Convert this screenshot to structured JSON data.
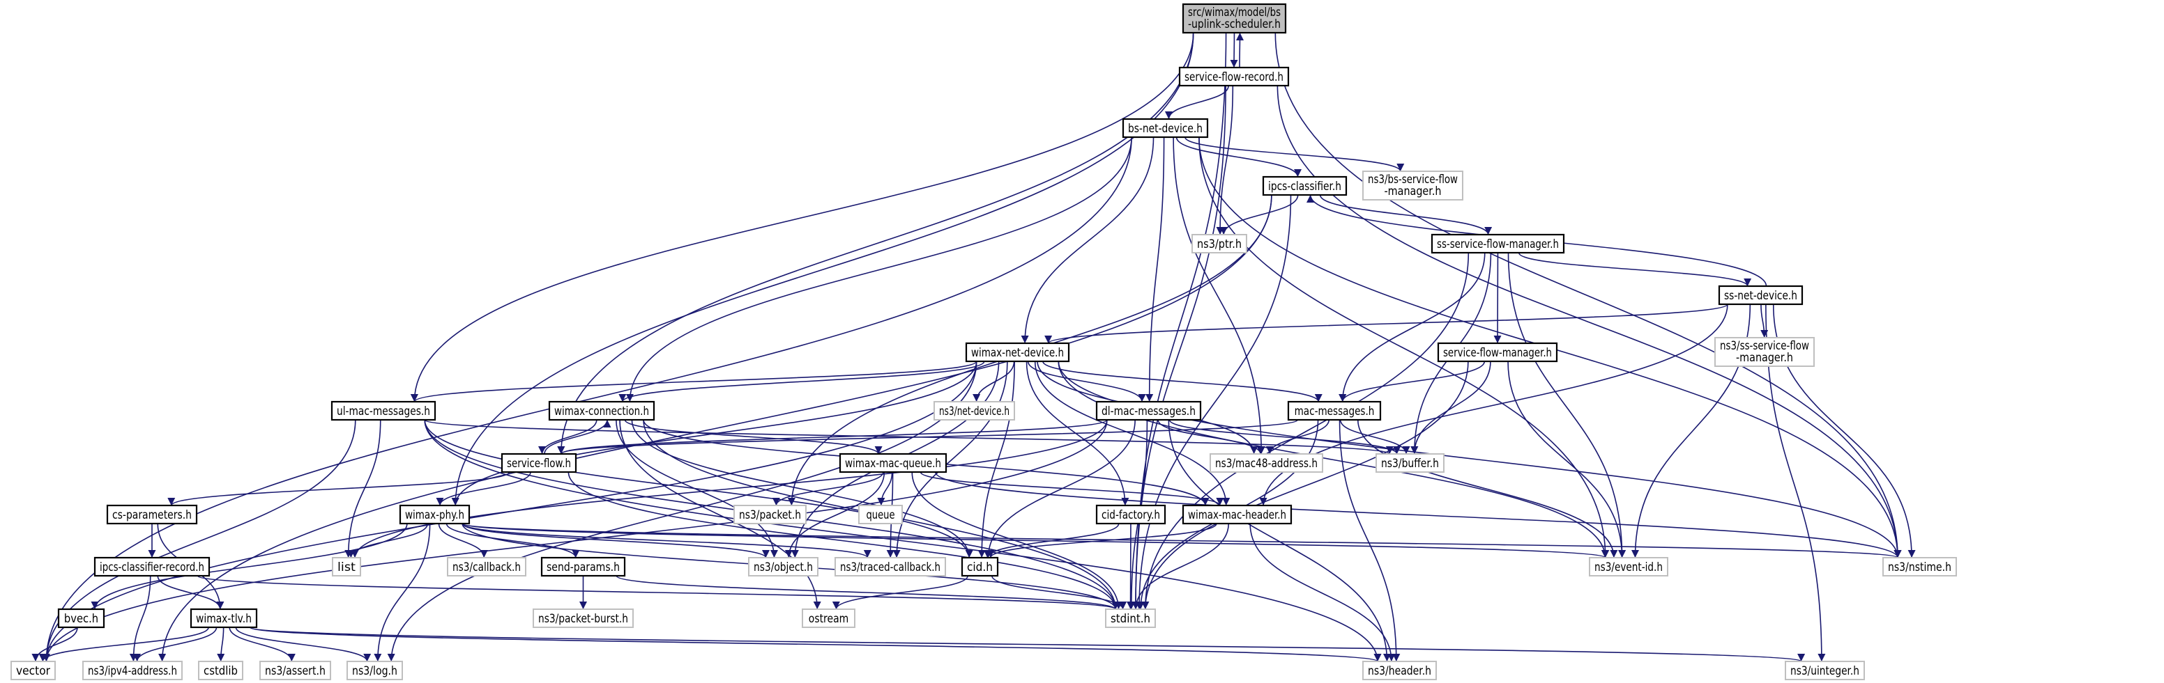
{
  "graph": {
    "colors": {
      "edge": "#191970",
      "local_border": "#000000",
      "external_border": "#bfbfbf",
      "root_fill": "#bfbfbf",
      "node_fill": "#ffffff"
    },
    "nodes": {
      "top": {
        "label": [
          "src/wimax/model/bs",
          "-uplink-scheduler.h"
        ],
        "kind": "root"
      },
      "sfr": {
        "label": [
          "service-flow-record.h"
        ],
        "kind": "local"
      },
      "bsnd": {
        "label": [
          "bs-net-device.h"
        ],
        "kind": "local"
      },
      "ipcs": {
        "label": [
          "ipcs-classifier.h"
        ],
        "kind": "local"
      },
      "bssfm": {
        "label": [
          "ns3/bs-service-flow",
          "-manager.h"
        ],
        "kind": "external"
      },
      "ptr": {
        "label": [
          "ns3/ptr.h"
        ],
        "kind": "external"
      },
      "sssfm": {
        "label": [
          "ss-service-flow-manager.h"
        ],
        "kind": "local"
      },
      "ssnd": {
        "label": [
          "ss-net-device.h"
        ],
        "kind": "local"
      },
      "wnd": {
        "label": [
          "wimax-net-device.h"
        ],
        "kind": "local"
      },
      "sfm": {
        "label": [
          "service-flow-manager.h"
        ],
        "kind": "local"
      },
      "nssfm": {
        "label": [
          "ns3/ss-service-flow",
          "-manager.h"
        ],
        "kind": "external"
      },
      "ulmm": {
        "label": [
          "ul-mac-messages.h"
        ],
        "kind": "local"
      },
      "wconn": {
        "label": [
          "wimax-connection.h"
        ],
        "kind": "local"
      },
      "netdev": {
        "label": [
          "ns3/net-device.h"
        ],
        "kind": "external"
      },
      "dlmm": {
        "label": [
          "dl-mac-messages.h"
        ],
        "kind": "local"
      },
      "macm": {
        "label": [
          "mac-messages.h"
        ],
        "kind": "local"
      },
      "sf": {
        "label": [
          "service-flow.h"
        ],
        "kind": "local"
      },
      "wmq": {
        "label": [
          "wimax-mac-queue.h"
        ],
        "kind": "local"
      },
      "mac48": {
        "label": [
          "ns3/mac48-address.h"
        ],
        "kind": "external"
      },
      "buffer": {
        "label": [
          "ns3/buffer.h"
        ],
        "kind": "external"
      },
      "csp": {
        "label": [
          "cs-parameters.h"
        ],
        "kind": "local"
      },
      "wphy": {
        "label": [
          "wimax-phy.h"
        ],
        "kind": "local"
      },
      "packet": {
        "label": [
          "ns3/packet.h"
        ],
        "kind": "external"
      },
      "queue": {
        "label": [
          "queue"
        ],
        "kind": "external"
      },
      "cidf": {
        "label": [
          "cid-factory.h"
        ],
        "kind": "local"
      },
      "wmh": {
        "label": [
          "wimax-mac-header.h"
        ],
        "kind": "local"
      },
      "ipcsr": {
        "label": [
          "ipcs-classifier-record.h"
        ],
        "kind": "local"
      },
      "list": {
        "label": [
          "list"
        ],
        "kind": "external"
      },
      "callback": {
        "label": [
          "ns3/callback.h"
        ],
        "kind": "external"
      },
      "sendp": {
        "label": [
          "send-params.h"
        ],
        "kind": "local"
      },
      "object": {
        "label": [
          "ns3/object.h"
        ],
        "kind": "external"
      },
      "traced": {
        "label": [
          "ns3/traced-callback.h"
        ],
        "kind": "external"
      },
      "cid": {
        "label": [
          "cid.h"
        ],
        "kind": "local"
      },
      "eventid": {
        "label": [
          "ns3/event-id.h"
        ],
        "kind": "external"
      },
      "nstime": {
        "label": [
          "ns3/nstime.h"
        ],
        "kind": "external"
      },
      "bvec": {
        "label": [
          "bvec.h"
        ],
        "kind": "local"
      },
      "wtlv": {
        "label": [
          "wimax-tlv.h"
        ],
        "kind": "local"
      },
      "pburst": {
        "label": [
          "ns3/packet-burst.h"
        ],
        "kind": "external"
      },
      "ostream": {
        "label": [
          "ostream"
        ],
        "kind": "external"
      },
      "stdint": {
        "label": [
          "stdint.h"
        ],
        "kind": "external"
      },
      "vector": {
        "label": [
          "vector"
        ],
        "kind": "external"
      },
      "ipv4": {
        "label": [
          "ns3/ipv4-address.h"
        ],
        "kind": "external"
      },
      "cstdlib": {
        "label": [
          "cstdlib"
        ],
        "kind": "external"
      },
      "assert": {
        "label": [
          "ns3/assert.h"
        ],
        "kind": "external"
      },
      "log": {
        "label": [
          "ns3/log.h"
        ],
        "kind": "external"
      },
      "header": {
        "label": [
          "ns3/header.h"
        ],
        "kind": "external"
      },
      "uint": {
        "label": [
          "ns3/uinteger.h"
        ],
        "kind": "external"
      }
    },
    "edges": [
      [
        "top",
        "sfr"
      ],
      [
        "top",
        "ulmm"
      ],
      [
        "top",
        "sf"
      ],
      [
        "top",
        "wphy"
      ],
      [
        "top",
        "nstime"
      ],
      [
        "top",
        "stdint"
      ],
      [
        "sfr",
        "top"
      ],
      [
        "sfr",
        "bsnd"
      ],
      [
        "sfr",
        "ptr"
      ],
      [
        "sfr",
        "nstime"
      ],
      [
        "sfr",
        "stdint"
      ],
      [
        "bsnd",
        "ipcs"
      ],
      [
        "bsnd",
        "bssfm"
      ],
      [
        "bsnd",
        "wnd"
      ],
      [
        "bsnd",
        "wconn"
      ],
      [
        "bsnd",
        "dlmm"
      ],
      [
        "bsnd",
        "mac48"
      ],
      [
        "bsnd",
        "vector"
      ],
      [
        "bsnd",
        "nstime"
      ],
      [
        "bsnd",
        "eventid"
      ],
      [
        "ipcs",
        "ptr"
      ],
      [
        "ipcs",
        "sssfm"
      ],
      [
        "ipcs",
        "packet"
      ],
      [
        "ipcs",
        "ipv4"
      ],
      [
        "ipcs",
        "stdint"
      ],
      [
        "sssfm",
        "ssnd"
      ],
      [
        "sssfm",
        "sfm"
      ],
      [
        "sssfm",
        "macm"
      ],
      [
        "sssfm",
        "buffer"
      ],
      [
        "sssfm",
        "eventid"
      ],
      [
        "sssfm",
        "stdint"
      ],
      [
        "ssnd",
        "ipcs"
      ],
      [
        "ssnd",
        "wnd"
      ],
      [
        "ssnd",
        "nssfm"
      ],
      [
        "ssnd",
        "wmh"
      ],
      [
        "ssnd",
        "eventid"
      ],
      [
        "ssnd",
        "nstime"
      ],
      [
        "ssnd",
        "uint"
      ],
      [
        "sfm",
        "macm"
      ],
      [
        "sfm",
        "buffer"
      ],
      [
        "sfm",
        "eventid"
      ],
      [
        "sfm",
        "stdint"
      ],
      [
        "wnd",
        "ulmm"
      ],
      [
        "wnd",
        "wconn"
      ],
      [
        "wnd",
        "dlmm"
      ],
      [
        "wnd",
        "macm"
      ],
      [
        "wnd",
        "netdev"
      ],
      [
        "wnd",
        "wphy"
      ],
      [
        "wnd",
        "cidf"
      ],
      [
        "wnd",
        "wmh"
      ],
      [
        "wnd",
        "mac48"
      ],
      [
        "wnd",
        "traced"
      ],
      [
        "wnd",
        "cid"
      ],
      [
        "wnd",
        "log"
      ],
      [
        "wnd",
        "vector"
      ],
      [
        "wnd",
        "nstime"
      ],
      [
        "wnd",
        "eventid"
      ],
      [
        "wnd",
        "object"
      ],
      [
        "ulmm",
        "list"
      ],
      [
        "ulmm",
        "vector"
      ],
      [
        "ulmm",
        "stdint"
      ],
      [
        "ulmm",
        "cid"
      ],
      [
        "ulmm",
        "buffer"
      ],
      [
        "ulmm",
        "header"
      ],
      [
        "wconn",
        "sf"
      ],
      [
        "wconn",
        "wmq"
      ],
      [
        "wconn",
        "wmh"
      ],
      [
        "wconn",
        "cid"
      ],
      [
        "wconn",
        "object"
      ],
      [
        "wconn",
        "stdint"
      ],
      [
        "wconn",
        "ostream"
      ],
      [
        "dlmm",
        "sf"
      ],
      [
        "dlmm",
        "mac48"
      ],
      [
        "dlmm",
        "buffer"
      ],
      [
        "dlmm",
        "cid"
      ],
      [
        "dlmm",
        "stdint"
      ],
      [
        "dlmm",
        "header"
      ],
      [
        "dlmm",
        "list"
      ],
      [
        "dlmm",
        "vector"
      ],
      [
        "macm",
        "mac48"
      ],
      [
        "macm",
        "buffer"
      ],
      [
        "macm",
        "header"
      ],
      [
        "macm",
        "stdint"
      ],
      [
        "macm",
        "sf"
      ],
      [
        "macm",
        "eventid"
      ],
      [
        "sf",
        "wconn"
      ],
      [
        "sf",
        "csp"
      ],
      [
        "sf",
        "wphy"
      ],
      [
        "sf",
        "stdint"
      ],
      [
        "wmq",
        "packet"
      ],
      [
        "wmq",
        "queue"
      ],
      [
        "wmq",
        "wmh"
      ],
      [
        "wmq",
        "traced"
      ],
      [
        "wmq",
        "object"
      ],
      [
        "wmq",
        "stdint"
      ],
      [
        "wmq",
        "nstime"
      ],
      [
        "csp",
        "ipcsr"
      ],
      [
        "csp",
        "wtlv"
      ],
      [
        "wphy",
        "list"
      ],
      [
        "wphy",
        "callback"
      ],
      [
        "wphy",
        "sendp"
      ],
      [
        "wphy",
        "object"
      ],
      [
        "wphy",
        "eventid"
      ],
      [
        "wphy",
        "nstime"
      ],
      [
        "wphy",
        "log"
      ],
      [
        "wphy",
        "bvec"
      ],
      [
        "wphy",
        "stdint"
      ],
      [
        "wphy",
        "traced"
      ],
      [
        "cidf",
        "cid"
      ],
      [
        "cidf",
        "stdint"
      ],
      [
        "wmh",
        "cid"
      ],
      [
        "wmh",
        "stdint"
      ],
      [
        "wmh",
        "header"
      ],
      [
        "ipcsr",
        "wtlv"
      ],
      [
        "ipcsr",
        "ipv4"
      ],
      [
        "ipcsr",
        "stdint"
      ],
      [
        "sendp",
        "pburst"
      ],
      [
        "sendp",
        "stdint"
      ],
      [
        "cid",
        "ostream"
      ],
      [
        "cid",
        "stdint"
      ],
      [
        "bvec",
        "vector"
      ],
      [
        "wtlv",
        "vector"
      ],
      [
        "wtlv",
        "ipv4"
      ],
      [
        "wtlv",
        "cstdlib"
      ],
      [
        "wtlv",
        "assert"
      ],
      [
        "wtlv",
        "log"
      ],
      [
        "wtlv",
        "header"
      ],
      [
        "wtlv",
        "uint"
      ]
    ]
  }
}
